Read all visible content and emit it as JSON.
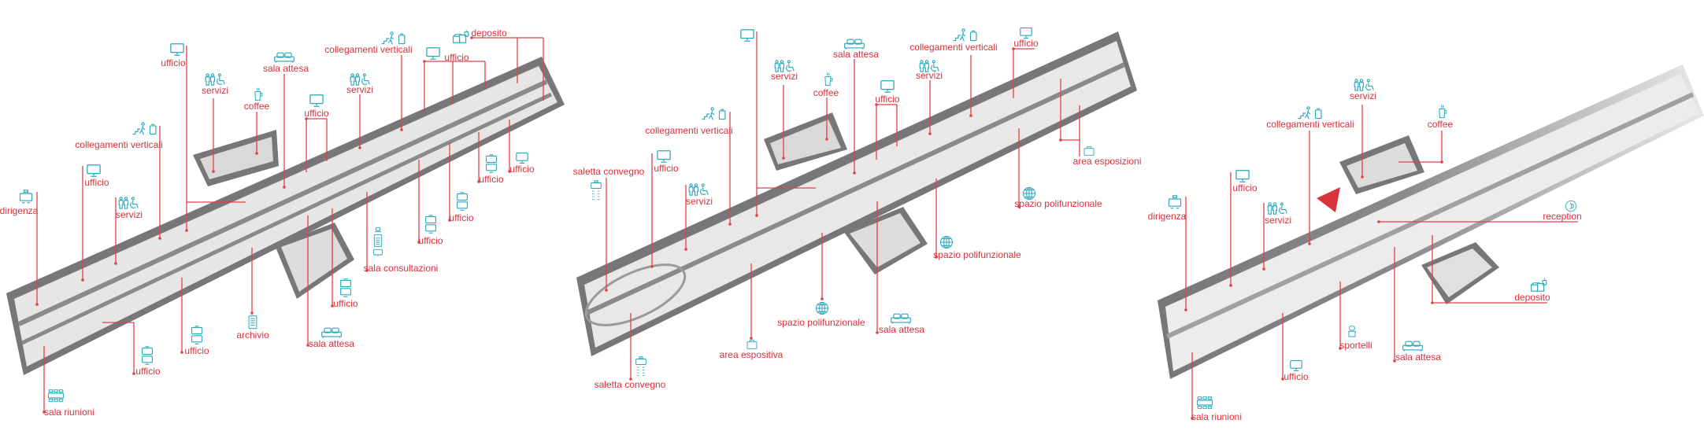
{
  "colors": {
    "label": "#d8303a",
    "icon": "#2aa7bd",
    "leader": "#e0404a",
    "wall": "#77777a",
    "floor": "#e6e6e6"
  },
  "panels": [
    {
      "name": "plan-left",
      "items": [
        {
          "label": "ufficio",
          "icon": "monitor"
        },
        {
          "label": "servizi",
          "icon": "toilets"
        },
        {
          "label": "coffee",
          "icon": "coffee"
        },
        {
          "label": "sala attesa",
          "icon": "sofa"
        },
        {
          "label": "collegamenti verticali",
          "icon": "stairs-lift"
        },
        {
          "label": "deposito",
          "icon": "boxes"
        },
        {
          "label": "ufficio",
          "icon": "monitor"
        },
        {
          "label": "servizi",
          "icon": "toilets"
        },
        {
          "label": "ufficio",
          "icon": "monitor"
        },
        {
          "label": "collegamenti verticali",
          "icon": "stairs-lift"
        },
        {
          "label": "ufficio",
          "icon": "monitor"
        },
        {
          "label": "dirigenza",
          "icon": "executive-desk"
        },
        {
          "label": "servizi",
          "icon": "toilets"
        },
        {
          "label": "sala riunioni",
          "icon": "meeting-table"
        },
        {
          "label": "ufficio",
          "icon": "double-monitor"
        },
        {
          "label": "ufficio",
          "icon": "double-monitor"
        },
        {
          "label": "archivio",
          "icon": "document"
        },
        {
          "label": "sala attesa",
          "icon": "sofa"
        },
        {
          "label": "ufficio",
          "icon": "double-monitor"
        },
        {
          "label": "sala consultazioni",
          "icon": "reading-station"
        },
        {
          "label": "ufficio",
          "icon": "double-monitor"
        },
        {
          "label": "ufficio",
          "icon": "double-monitor"
        },
        {
          "label": "ufficio",
          "icon": "double-monitor"
        },
        {
          "label": "ufficio",
          "icon": "monitor"
        }
      ]
    },
    {
      "name": "plan-middle",
      "items": [
        {
          "label": "",
          "icon": "monitor"
        },
        {
          "label": "servizi",
          "icon": "toilets"
        },
        {
          "label": "coffee",
          "icon": "coffee"
        },
        {
          "label": "sala attesa",
          "icon": "sofa"
        },
        {
          "label": "collegamenti verticali",
          "icon": "stairs-lift"
        },
        {
          "label": "ufficio",
          "icon": "monitor"
        },
        {
          "label": "servizi",
          "icon": "toilets"
        },
        {
          "label": "ufficio",
          "icon": "monitor"
        },
        {
          "label": "collegamenti verticali",
          "icon": "stairs-lift"
        },
        {
          "label": "ufficio",
          "icon": "monitor"
        },
        {
          "label": "saletta convegno",
          "icon": "conference"
        },
        {
          "label": "servizi",
          "icon": "toilets"
        },
        {
          "label": "area esposizioni",
          "icon": "exhibit"
        },
        {
          "label": "spazio polifunzionale",
          "icon": "globe"
        },
        {
          "label": "spazio polifunzionale",
          "icon": "globe"
        },
        {
          "label": "spazio polifunzionale",
          "icon": "globe"
        },
        {
          "label": "sala attesa",
          "icon": "sofa"
        },
        {
          "label": "area espositiva",
          "icon": "exhibit"
        },
        {
          "label": "saletta convegno",
          "icon": "conference"
        }
      ]
    },
    {
      "name": "plan-right",
      "items": [
        {
          "label": "servizi",
          "icon": "toilets"
        },
        {
          "label": "collegamenti verticali",
          "icon": "stairs-lift"
        },
        {
          "label": "coffee",
          "icon": "coffee"
        },
        {
          "label": "ufficio",
          "icon": "monitor"
        },
        {
          "label": "dirigenza",
          "icon": "executive-desk"
        },
        {
          "label": "servizi",
          "icon": "toilets"
        },
        {
          "label": "reception",
          "icon": "reception"
        },
        {
          "label": "deposito",
          "icon": "boxes"
        },
        {
          "label": "sportelli",
          "icon": "counter"
        },
        {
          "label": "sala attesa",
          "icon": "sofa"
        },
        {
          "label": "ufficio",
          "icon": "monitor"
        },
        {
          "label": "sala riunioni",
          "icon": "meeting-table"
        }
      ]
    }
  ]
}
